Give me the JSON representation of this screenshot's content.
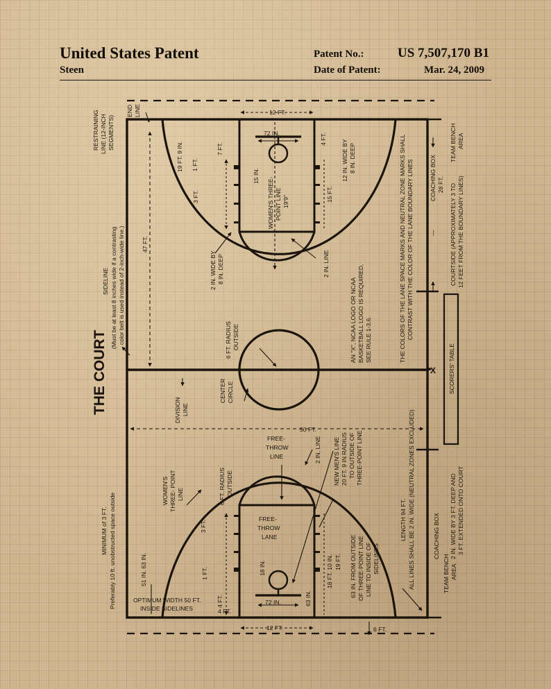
{
  "header": {
    "title": "United States Patent",
    "inventor": "Steen",
    "patent_no_label": "Patent No.:",
    "patent_no_value": "US 7,507,170 B1",
    "date_label": "Date of Patent:",
    "date_value": "Mar. 24, 2009"
  },
  "diagram": {
    "court_title": "THE COURT",
    "restraining_1": "RESTRAINING",
    "restraining_2": "LINE (12-INCH",
    "restraining_3": "SEGMENTS)",
    "end_line_1": "END",
    "end_line_2": "LINE",
    "sideline": "SIDELINE",
    "sideline_note_1": "(Must be at least 8 inches wide if a contrasting",
    "sideline_note_2": "color belt is used instead of 2-inch-wide line.)",
    "min_space_1": "MINIMUM of 3 FT.",
    "min_space_2": "Preferably 10 ft. unobstructed space outside",
    "dim_12ft_top": "12 FT.",
    "dim_12ft_bottom": "12 FT.",
    "dim_72in_top": "72 IN.",
    "dim_72in_bottom": "72 IN.",
    "dim_4ft_top": "4 FT.",
    "dim_7ft": "7 FT.",
    "dim_19ft9in": "19 FT. 9 IN.",
    "dim_1ft_top": "1 FT.",
    "dim_15in": "15 IN.",
    "dim_3ft_top": "3 FT.",
    "dim_15ft": "15 FT.",
    "dim_47ft": "47 FT.",
    "dim_50ft": "50 FT.",
    "lane_mark_1": "12 IN. WIDE BY",
    "lane_mark_2": "8 IN. DEEP",
    "womens_top_1": "WOMEN'S THREE-",
    "womens_top_2": "POINT LINE",
    "womens_top_3": "19'9\"",
    "two_in_wide_1": "2 IN. WIDE BY",
    "two_in_wide_2": "8 IN. DEEP",
    "two_in_line_top": "2 IN. LINE",
    "two_in_line_bottom": "2 IN. LINE",
    "ncaa_1": "AN \"X\", NCAA LOGO OR NCAA",
    "ncaa_2": "BASKETBALL LOGO IS REQUIRED.",
    "ncaa_3": "SEE RULE 1-3.6.",
    "colors_1": "THE COLORS OF THE LANE SPACE MARKS AND NEUTRAL ZONE MARKS SHALL",
    "colors_2": "CONTRAST WITH THE COLOR OF THE LANE BOUNDARY LINES",
    "coaching_box_top": "COACHING BOX",
    "coaching_28ft": "28 FT.",
    "courtside_1": "COURTSIDE (APPROXIMATELY 3 TO",
    "courtside_2": "12 FEET FROM THE BOUNDARY LINES)",
    "team_bench_top_1": "TEAM BENCH",
    "team_bench_top_2": "AREA",
    "scorers_table": "SCORERS' TABLE",
    "x_mark": "X",
    "radius_1": "6 FT. RADIUS",
    "radius_2": "OUTSIDE",
    "center_circle_1": "CENTER",
    "center_circle_2": "CIRCLE",
    "division_1": "DIVISION",
    "division_2": "LINE",
    "free_throw_line_1": "FREE-",
    "free_throw_line_2": "THROW",
    "free_throw_line_3": "LINE",
    "new_mens_1": "NEW MEN'S LINE",
    "new_mens_2": "20 FT. 9 IN RADIUS",
    "new_mens_3": "TO OUTSIDE OF",
    "new_mens_4": "THREE-POINT LINE",
    "length_1": "LENGTH 94 FT.",
    "length_2": "ALL LINES SHALL BE 2 IN. WIDE (NEUTRAL ZONES EXCLUDED)",
    "coaching_box_bottom": "COACHING BOX",
    "coaching_ext_1": "2 IN. WIDE BY 3 FT. DEEP AND",
    "coaching_ext_2": "3 FT. EXTENDED ONTO COURT",
    "team_bench_bottom_1": "TEAM BENCH",
    "team_bench_bottom_2": "AREA",
    "radius_b_1": "6 FT. RADIUS",
    "radius_b_2": "OUTSIDE",
    "womens_b_1": "WOMEN'S",
    "womens_b_2": "THREE- POINT",
    "womens_b_3": "LINE",
    "ft_lane_1": "FREE-",
    "ft_lane_2": "THROW",
    "ft_lane_3": "LANE",
    "dim_3ft_bottom": "3 FT.",
    "dim_1ft_bottom": "1 FT.",
    "dim_4ft_b1": "4 FT.",
    "dim_4ft_b2": "4 FT.",
    "dim_18in": "18 IN.",
    "dim_63in": "63 IN.",
    "dim_51in_63in": "51 IN. 63 IN.",
    "dim_18ft10in": "18 FT. 10 IN.",
    "dim_19ft": "19 FT.",
    "outside_1": "63 IN. FROM OUTSIDE",
    "outside_2": "OF THREE-POINT LINE",
    "outside_3": "LINE TO INSIDE OF",
    "outside_4": "SIDELINES",
    "optimum_1": "OPTIMUM WIDTH 50 FT.",
    "optimum_2": "INSIDE SIDELINES",
    "dim_6ft": "6 FT."
  }
}
